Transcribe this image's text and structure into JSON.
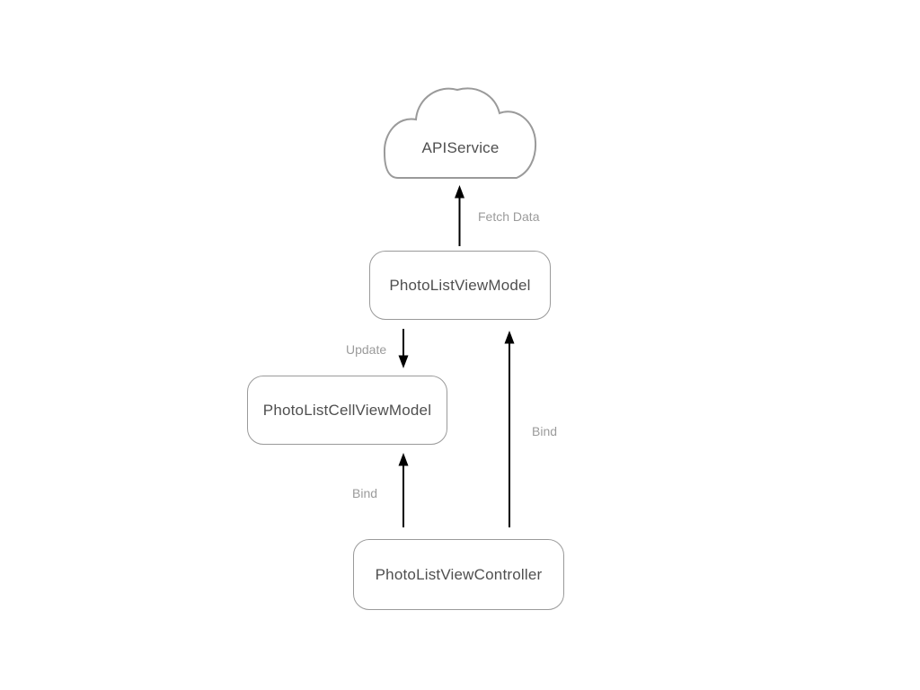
{
  "diagram": {
    "background": "#ffffff",
    "colors": {
      "node_border": "#9a9a9a",
      "node_text": "#4f4f4f",
      "edge_label": "#9b9b9b",
      "arrow": "#000000",
      "bg": "#ffffff"
    },
    "nodes": [
      {
        "id": "api-service",
        "label": "APIService",
        "shape": "cloud"
      },
      {
        "id": "photo-list-view-model",
        "label": "PhotoListViewModel",
        "shape": "rounded-rect"
      },
      {
        "id": "photo-list-cell-view-model",
        "label": "PhotoListCellViewModel",
        "shape": "rounded-rect"
      },
      {
        "id": "photo-list-view-controller",
        "label": "PhotoListViewController",
        "shape": "rounded-rect"
      }
    ],
    "edges": [
      {
        "from": "photo-list-view-model",
        "to": "api-service",
        "label": "Fetch Data",
        "direction": "up"
      },
      {
        "from": "photo-list-view-model",
        "to": "photo-list-cell-view-model",
        "label": "Update",
        "direction": "down"
      },
      {
        "from": "photo-list-view-controller",
        "to": "photo-list-cell-view-model",
        "label": "Bind",
        "direction": "up"
      },
      {
        "from": "photo-list-view-controller",
        "to": "photo-list-view-model",
        "label": "Bind",
        "direction": "up"
      }
    ]
  }
}
